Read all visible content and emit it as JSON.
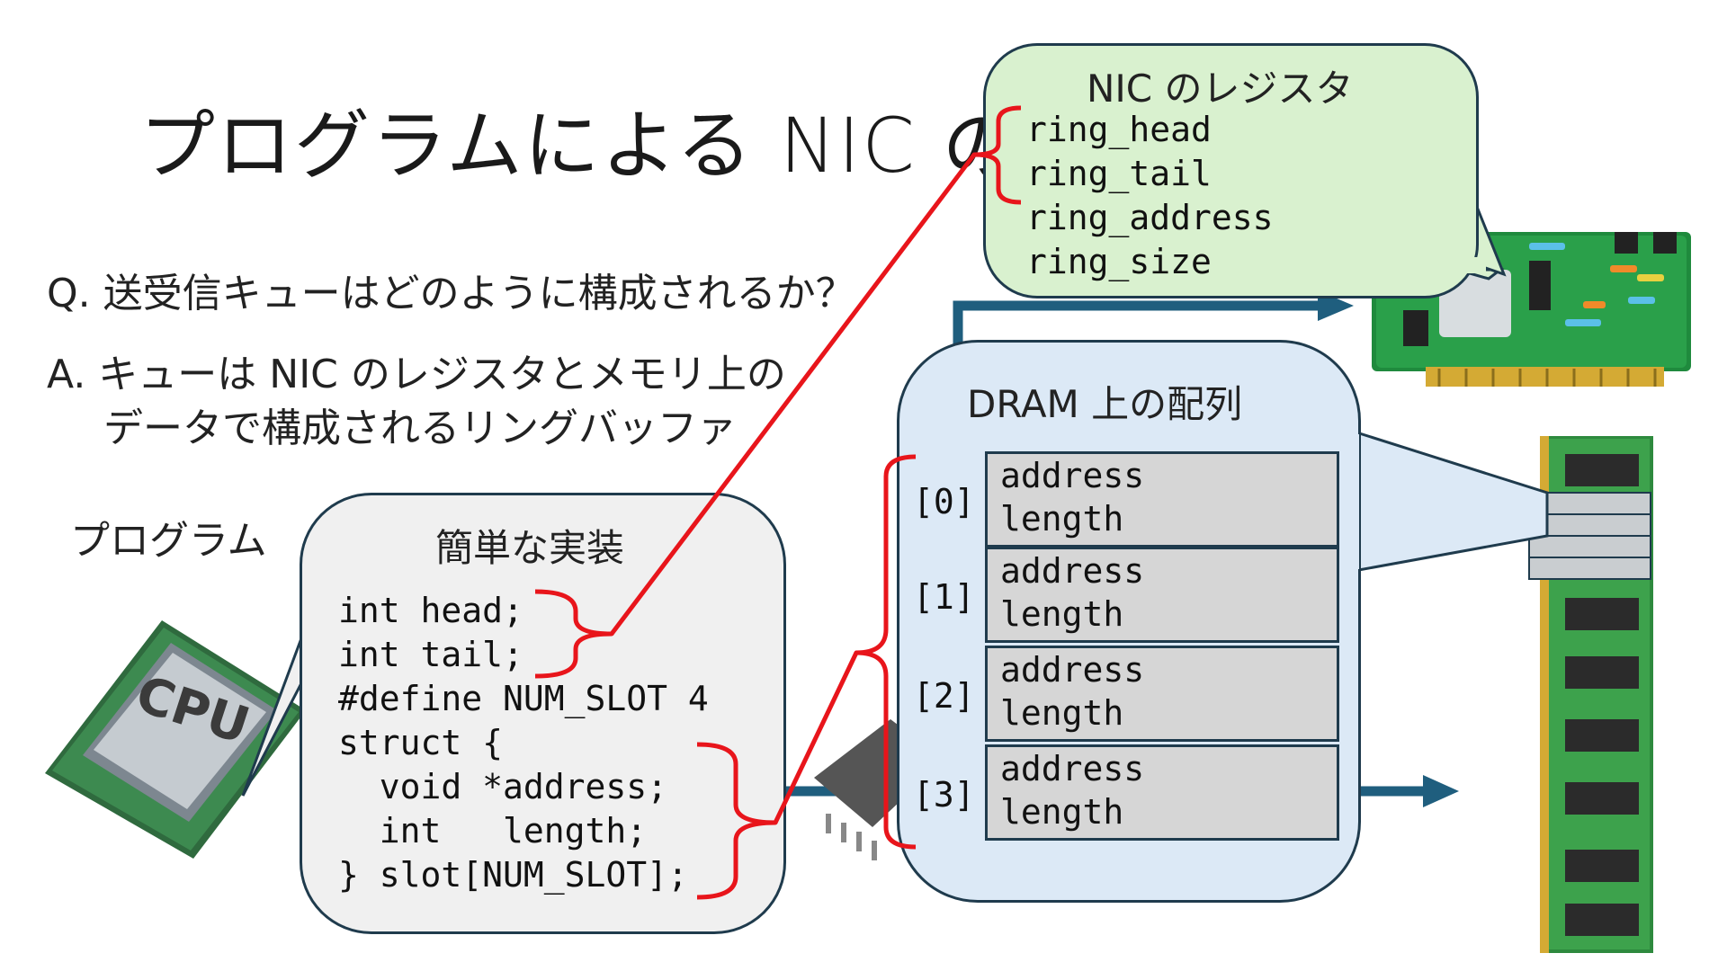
{
  "title": "プログラムによる NIC の",
  "question": "Q. 送受信キューはどのように構成されるか？",
  "answer_line1": "A. キューは NIC のレジスタとメモリ上の",
  "answer_line2": "データで構成されるリングバッファ",
  "program_label": "プログラム",
  "cpu_chip_label": "CPU",
  "impl_callout": {
    "title": "簡単な実装",
    "code": [
      "int head;",
      "int tail;",
      "#define NUM_SLOT 4",
      "struct {",
      "  void *address;",
      "  int   length;",
      "} slot[NUM_SLOT];"
    ]
  },
  "nic_callout": {
    "title": "NIC のレジスタ",
    "registers": [
      "ring_head",
      "ring_tail",
      "ring_address",
      "ring_size"
    ]
  },
  "dram_callout": {
    "title": "DRAM 上の配列",
    "slots": [
      {
        "index": "[0]",
        "field1": "address",
        "field2": "length"
      },
      {
        "index": "[1]",
        "field1": "address",
        "field2": "length"
      },
      {
        "index": "[2]",
        "field1": "address",
        "field2": "length"
      },
      {
        "index": "[3]",
        "field1": "address",
        "field2": "length"
      }
    ]
  },
  "colors": {
    "bracket": "#e8151b",
    "arrow": "#1f5e7e",
    "code_bg": "#f0f0f0",
    "nic_bg": "#d9f1cf",
    "dram_bg": "#dce9f6"
  }
}
